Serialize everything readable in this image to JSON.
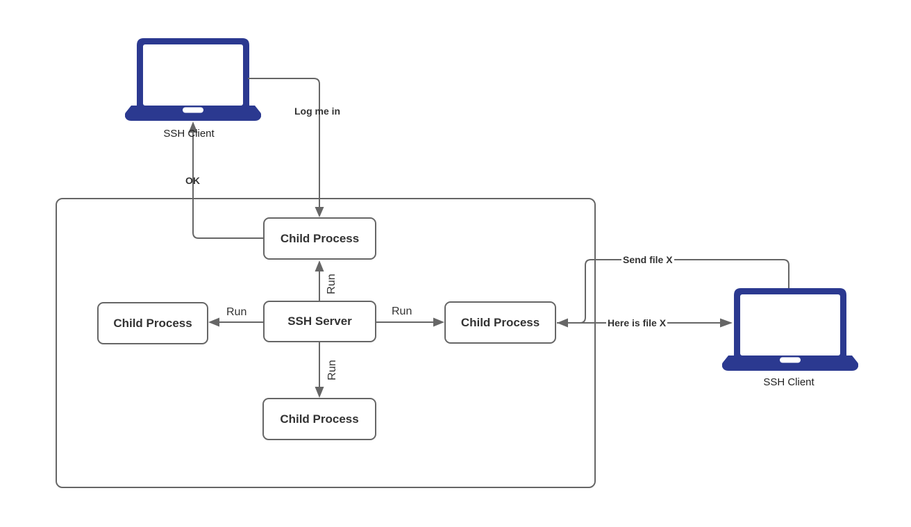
{
  "diagram": {
    "clients": {
      "left": {
        "label": "SSH Client"
      },
      "right": {
        "label": "SSH Client"
      }
    },
    "nodes": {
      "server": {
        "label": "SSH Server"
      },
      "child_top": {
        "label": "Child Process"
      },
      "child_left": {
        "label": "Child Process"
      },
      "child_right": {
        "label": "Child Process"
      },
      "child_bottom": {
        "label": "Child Process"
      }
    },
    "edges": {
      "log_me_in": {
        "label": "Log me in"
      },
      "ok": {
        "label": "OK"
      },
      "run_up": {
        "label": "Run"
      },
      "run_left": {
        "label": "Run"
      },
      "run_right": {
        "label": "Run"
      },
      "run_down": {
        "label": "Run"
      },
      "send_file_x": {
        "label": "Send file X"
      },
      "here_is_file_x": {
        "label": "Here is file X"
      }
    },
    "colors": {
      "laptop": "#2b3990",
      "line": "#666666",
      "text": "#333333"
    }
  }
}
